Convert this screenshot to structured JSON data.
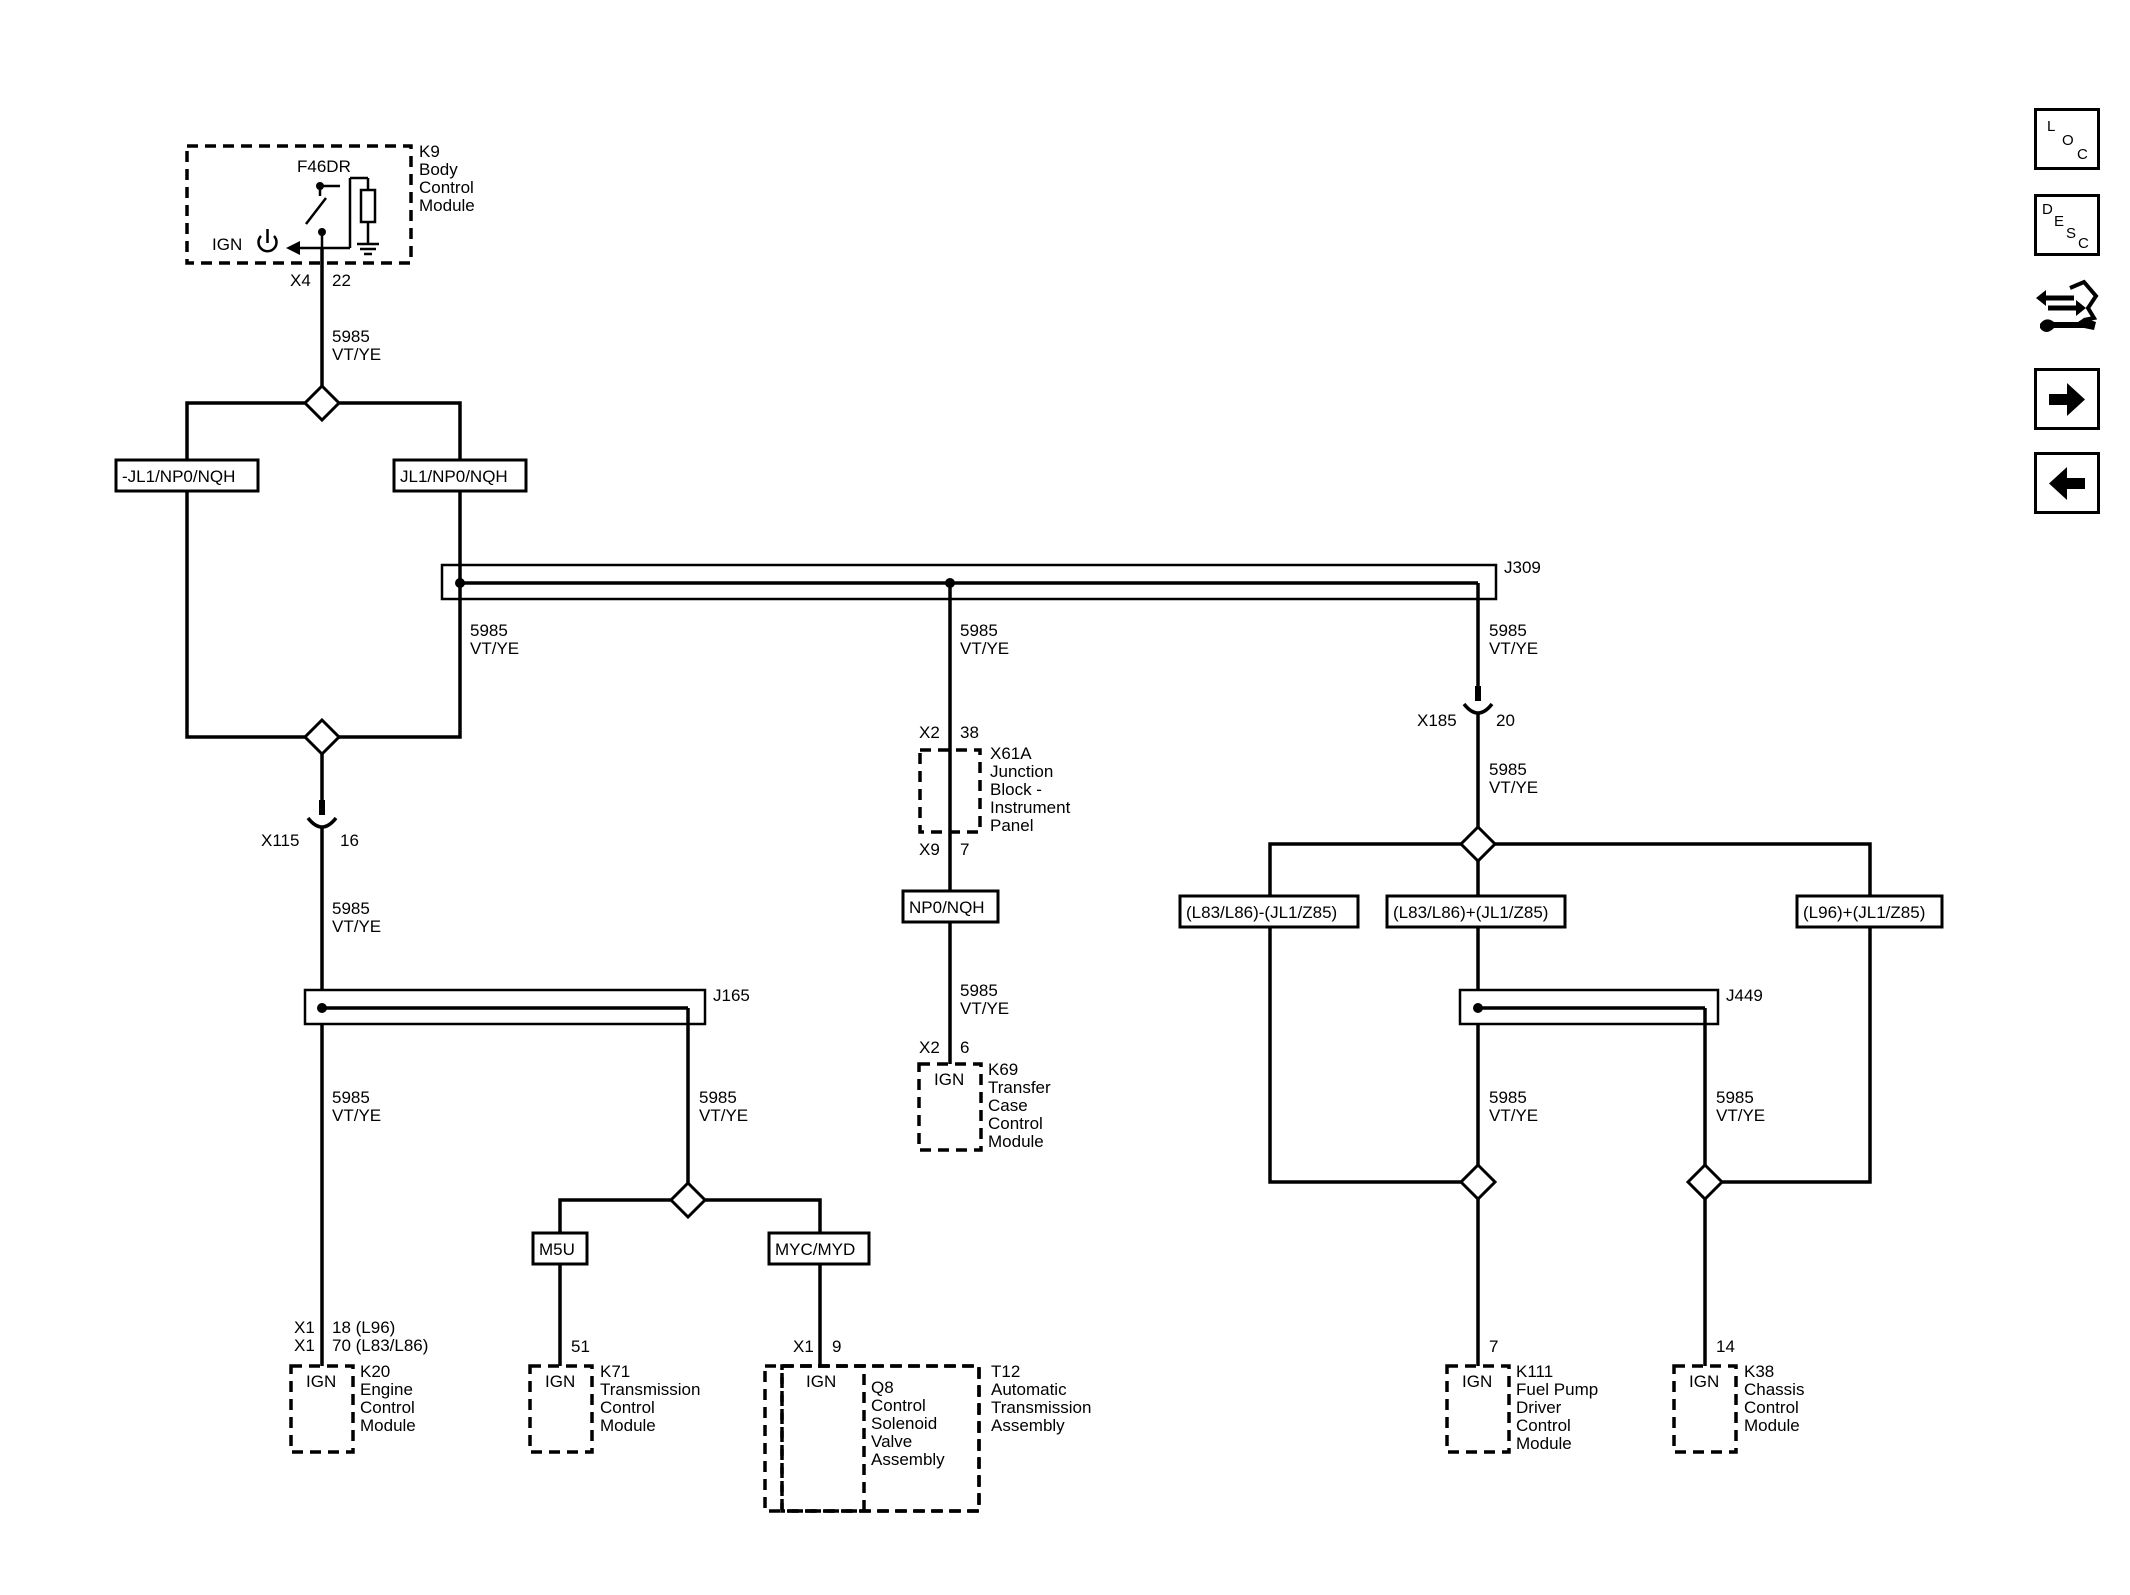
{
  "nav": {
    "loc": [
      "L",
      "O",
      "C"
    ],
    "desc": [
      "D",
      "E",
      "S",
      "C"
    ],
    "icons": [
      "loc-button",
      "desc-button",
      "connector-tool-icon",
      "next-arrow-icon",
      "previous-arrow-icon"
    ]
  },
  "diagram": {
    "k9": {
      "ref": "K9",
      "name": [
        "Body",
        "Control",
        "Module"
      ],
      "fuse": "F46DR",
      "pin_label": "IGN",
      "connector": "X4",
      "pin": "22"
    },
    "wire": {
      "circuit": "5985",
      "color": "VT/YE"
    },
    "options": {
      "not_jl1": "-JL1/NP0/NQH",
      "jl1": "JL1/NP0/NQH",
      "np0_nqh": "NP0/NQH",
      "l83_l86_minus": "(L83/L86)-(JL1/Z85)",
      "l83_l86_plus": "(L83/L86)+(JL1/Z85)",
      "l96_plus": "(L96)+(JL1/Z85)",
      "m5u": "M5U",
      "myc_myd": "MYC/MYD"
    },
    "splices": {
      "j309": "J309",
      "j165": "J165",
      "j449": "J449"
    },
    "inline": {
      "x115": {
        "ref": "X115",
        "pin": "16"
      },
      "x185": {
        "ref": "X185",
        "pin": "20"
      }
    },
    "x61a": {
      "ref": "X61A",
      "name": [
        "Junction",
        "Block -",
        "Instrument",
        "Panel"
      ],
      "in_conn": "X2",
      "in_pin": "38",
      "out_conn": "X9",
      "out_pin": "7"
    },
    "k69": {
      "ref": "K69",
      "name": [
        "Transfer",
        "Case",
        "Control",
        "Module"
      ],
      "conn": "X2",
      "pin": "6",
      "pin_label": "IGN"
    },
    "k20": {
      "ref": "K20",
      "name": [
        "Engine",
        "Control",
        "Module"
      ],
      "conn1": "X1",
      "pin1": "18 (L96)",
      "conn2": "X1",
      "pin2": "70 (L83/L86)",
      "pin_label": "IGN"
    },
    "k71": {
      "ref": "K71",
      "name": [
        "Transmission",
        "Control",
        "Module"
      ],
      "pin": "51",
      "pin_label": "IGN"
    },
    "t12": {
      "ref": "T12",
      "name": [
        "Automatic",
        "Transmission",
        "Assembly"
      ],
      "conn": "X1",
      "pin": "9",
      "pin_label": "IGN",
      "sub_ref": "Q8",
      "sub_name": [
        "Control",
        "Solenoid",
        "Valve",
        "Assembly"
      ]
    },
    "k111": {
      "ref": "K111",
      "name": [
        "Fuel Pump",
        "Driver",
        "Control",
        "Module"
      ],
      "pin": "7",
      "pin_label": "IGN"
    },
    "k38": {
      "ref": "K38",
      "name": [
        "Chassis",
        "Control",
        "Module"
      ],
      "pin": "14",
      "pin_label": "IGN"
    }
  }
}
